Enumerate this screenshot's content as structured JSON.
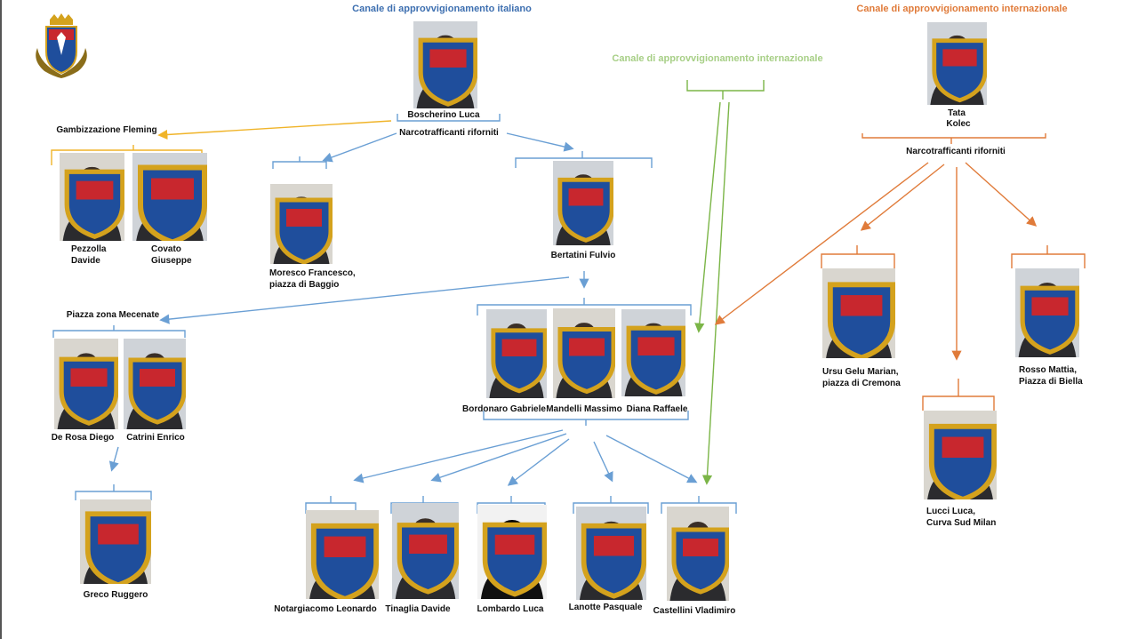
{
  "headers": {
    "italian_channel": "Canale di approvvigionamento italiano",
    "international_channel_orange": "Canale di approvvigionamento internazionale",
    "international_channel_green": "Canale di approvvigionamento internazionale"
  },
  "labels": {
    "boscherino": "Boscherino Luca",
    "supplied_it": "Narcotrafficanti riforniti",
    "fleming": "Gambizzazione Fleming",
    "pezzolla_1": "Pezzolla",
    "pezzolla_2": "Davide",
    "covato_1": "Covato",
    "covato_2": "Giuseppe",
    "moresco_1": "Moresco Francesco,",
    "moresco_2": "piazza di  Baggio",
    "bertatini": "Bertatini Fulvio",
    "mecenate": "Piazza zona Mecenate",
    "derosa": "De Rosa Diego",
    "catrini": "Catrini Enrico",
    "greco": "Greco Ruggero",
    "bordonaro": "Bordonaro Gabriele",
    "mandelli": "Mandelli Massimo",
    "diana": "Diana Raffaele",
    "notargiacomo": "Notargiacomo Leonardo",
    "tinaglia": "Tinaglia Davide",
    "lombardo": "Lombardo Luca",
    "lanotte": "Lanotte Pasquale",
    "castellini": "Castellini Vladimiro",
    "tata_1": "Tata",
    "tata_2": "Kolec",
    "supplied_int": "Narcotrafficanti riforniti",
    "ursu_1": "Ursu Gelu Marian,",
    "ursu_2": "piazza di Cremona",
    "rosso_1": "Rosso Mattia,",
    "rosso_2": "Piazza di Biella",
    "lucci_1": "Lucci Luca,",
    "lucci_2": "Curva Sud Milan"
  },
  "colors": {
    "italian": "#3d6fb0",
    "orange": "#e07b3a",
    "green": "#7bb547",
    "yellow": "#f0b429",
    "arrow_blue": "#6a9fd4",
    "green_header": "#a7cf86"
  }
}
